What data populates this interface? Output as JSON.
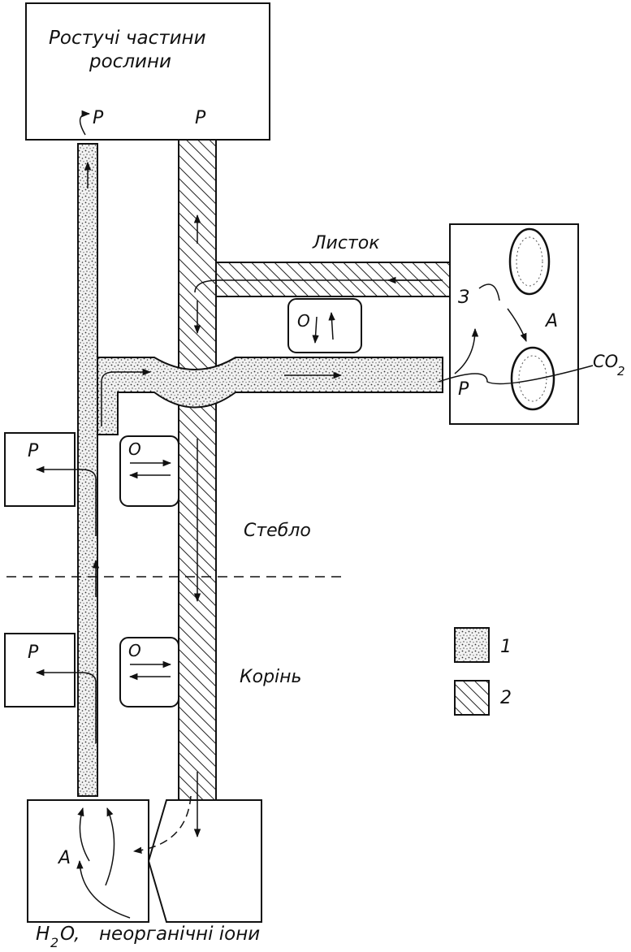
{
  "title_box": {
    "line1": "Ростучі частини",
    "line2": "рослини"
  },
  "labels": {
    "leaf": "Листок",
    "stem": "Стебло",
    "root": "Корінь",
    "bottom_line": "неорганічні іони",
    "water_h": "H",
    "water_sub": "2",
    "water_o": "O,",
    "co2_main": "CO",
    "co2_sub": "2",
    "p_top_left": "P",
    "p_top_right": "P",
    "p_leaf": "P",
    "p_stem_box": "P",
    "p_root_box": "P",
    "a_leaf": "A",
    "a_root": "A",
    "z_leaf": "З",
    "o_leaf": "О",
    "o_stem": "О",
    "o_root": "О"
  },
  "legend": {
    "items": [
      {
        "pattern": "stipple",
        "number": "1"
      },
      {
        "pattern": "hatch",
        "number": "2"
      }
    ]
  }
}
